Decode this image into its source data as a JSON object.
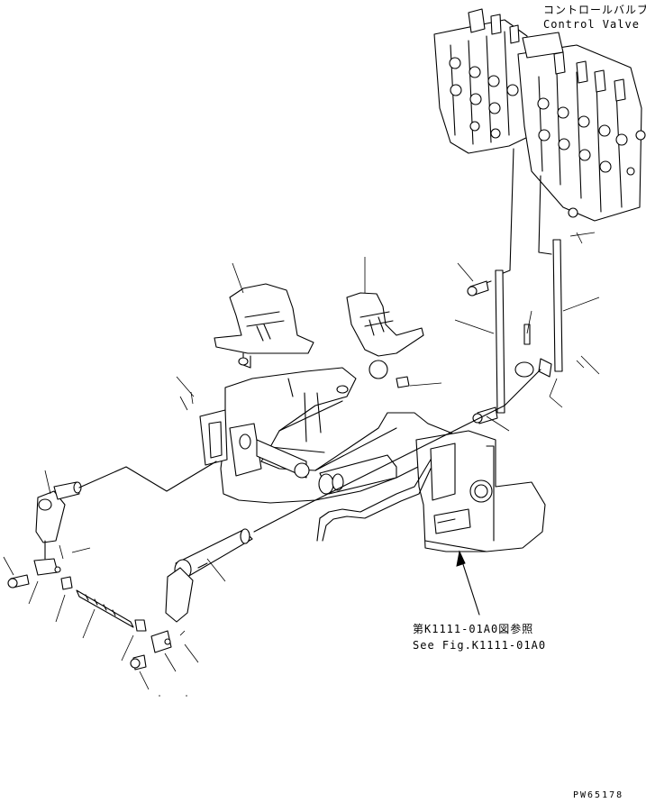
{
  "labels": {
    "control_valve_jp": "コントロールバルブ",
    "control_valve_en": "Control Valve",
    "reference_jp": "第K1111-01A0図参照",
    "reference_en": "See Fig.K1111-01A0",
    "drawing_code": "PW65178"
  },
  "colors": {
    "line": "#000000",
    "background": "#ffffff"
  }
}
